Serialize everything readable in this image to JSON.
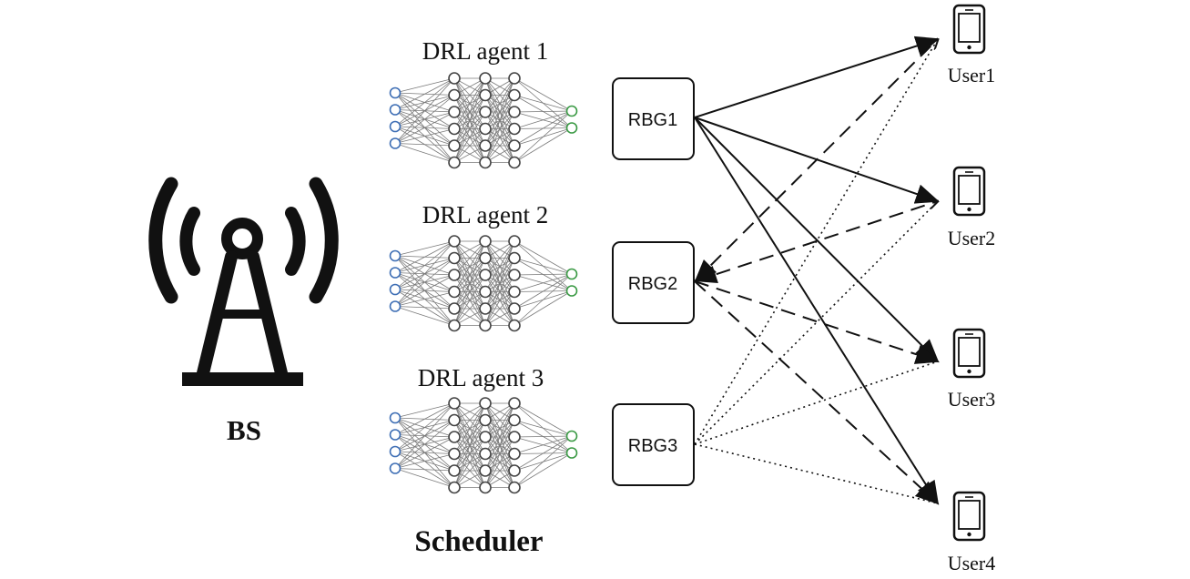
{
  "base_station": {
    "label": "BS",
    "icon": "cell-tower-icon"
  },
  "scheduler": {
    "label": "Scheduler",
    "agents": [
      {
        "id": "agent1",
        "label": "DRL agent 1",
        "icon": "neural-network-icon"
      },
      {
        "id": "agent2",
        "label": "DRL agent 2",
        "icon": "neural-network-icon"
      },
      {
        "id": "agent3",
        "label": "DRL agent 3",
        "icon": "neural-network-icon"
      }
    ]
  },
  "rbgs": [
    {
      "id": "rbg1",
      "label": "RBG1"
    },
    {
      "id": "rbg2",
      "label": "RBG2"
    },
    {
      "id": "rbg3",
      "label": "RBG3"
    }
  ],
  "users": [
    {
      "id": "user1",
      "label": "User1",
      "icon": "smartphone-icon"
    },
    {
      "id": "user2",
      "label": "User2",
      "icon": "smartphone-icon"
    },
    {
      "id": "user3",
      "label": "User3",
      "icon": "smartphone-icon"
    },
    {
      "id": "user4",
      "label": "User4",
      "icon": "smartphone-icon"
    }
  ],
  "links": [
    {
      "from": "rbg1",
      "to": "user1",
      "style": "solid",
      "arrow": "to"
    },
    {
      "from": "rbg1",
      "to": "user2",
      "style": "solid",
      "arrow": "to"
    },
    {
      "from": "rbg1",
      "to": "user3",
      "style": "solid",
      "arrow": "to"
    },
    {
      "from": "rbg1",
      "to": "user4",
      "style": "solid",
      "arrow": "to"
    },
    {
      "from": "user1",
      "to": "rbg2",
      "style": "dashed",
      "arrow": "both"
    },
    {
      "from": "user2",
      "to": "rbg2",
      "style": "dashed",
      "arrow": "both"
    },
    {
      "from": "rbg2",
      "to": "user3",
      "style": "dashed",
      "arrow": "to"
    },
    {
      "from": "rbg2",
      "to": "user4",
      "style": "dashed",
      "arrow": "to"
    },
    {
      "from": "rbg3",
      "to": "user1",
      "style": "dotted",
      "arrow": "none"
    },
    {
      "from": "rbg3",
      "to": "user2",
      "style": "dotted",
      "arrow": "none"
    },
    {
      "from": "rbg3",
      "to": "user3",
      "style": "dotted",
      "arrow": "none"
    },
    {
      "from": "rbg3",
      "to": "user4",
      "style": "dotted",
      "arrow": "none"
    }
  ],
  "colors": {
    "stroke": "#111111",
    "nn_edge": "#7a7a7a",
    "nn_input": "#3f6fb5",
    "nn_output": "#3b9a45",
    "nn_hidden": "#444444"
  }
}
